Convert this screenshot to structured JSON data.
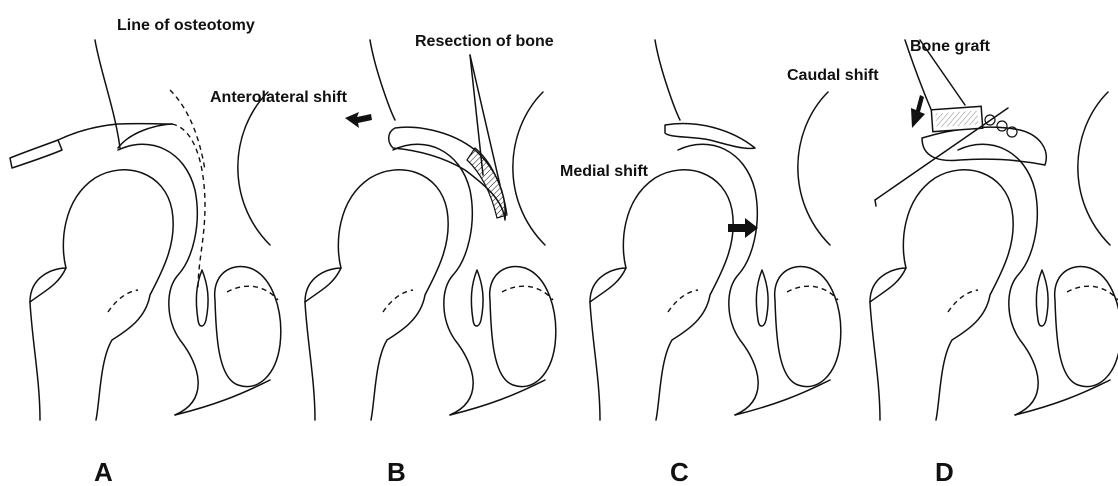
{
  "panels": [
    {
      "letter": "A",
      "labels": [
        "Line of  osteotomy"
      ]
    },
    {
      "letter": "B",
      "labels": [
        "Resection of bone",
        "Anterolateral shift"
      ]
    },
    {
      "letter": "C",
      "labels": [
        "Medial shift"
      ]
    },
    {
      "letter": "D",
      "labels": [
        "Bone graft",
        "Caudal shift"
      ]
    }
  ]
}
